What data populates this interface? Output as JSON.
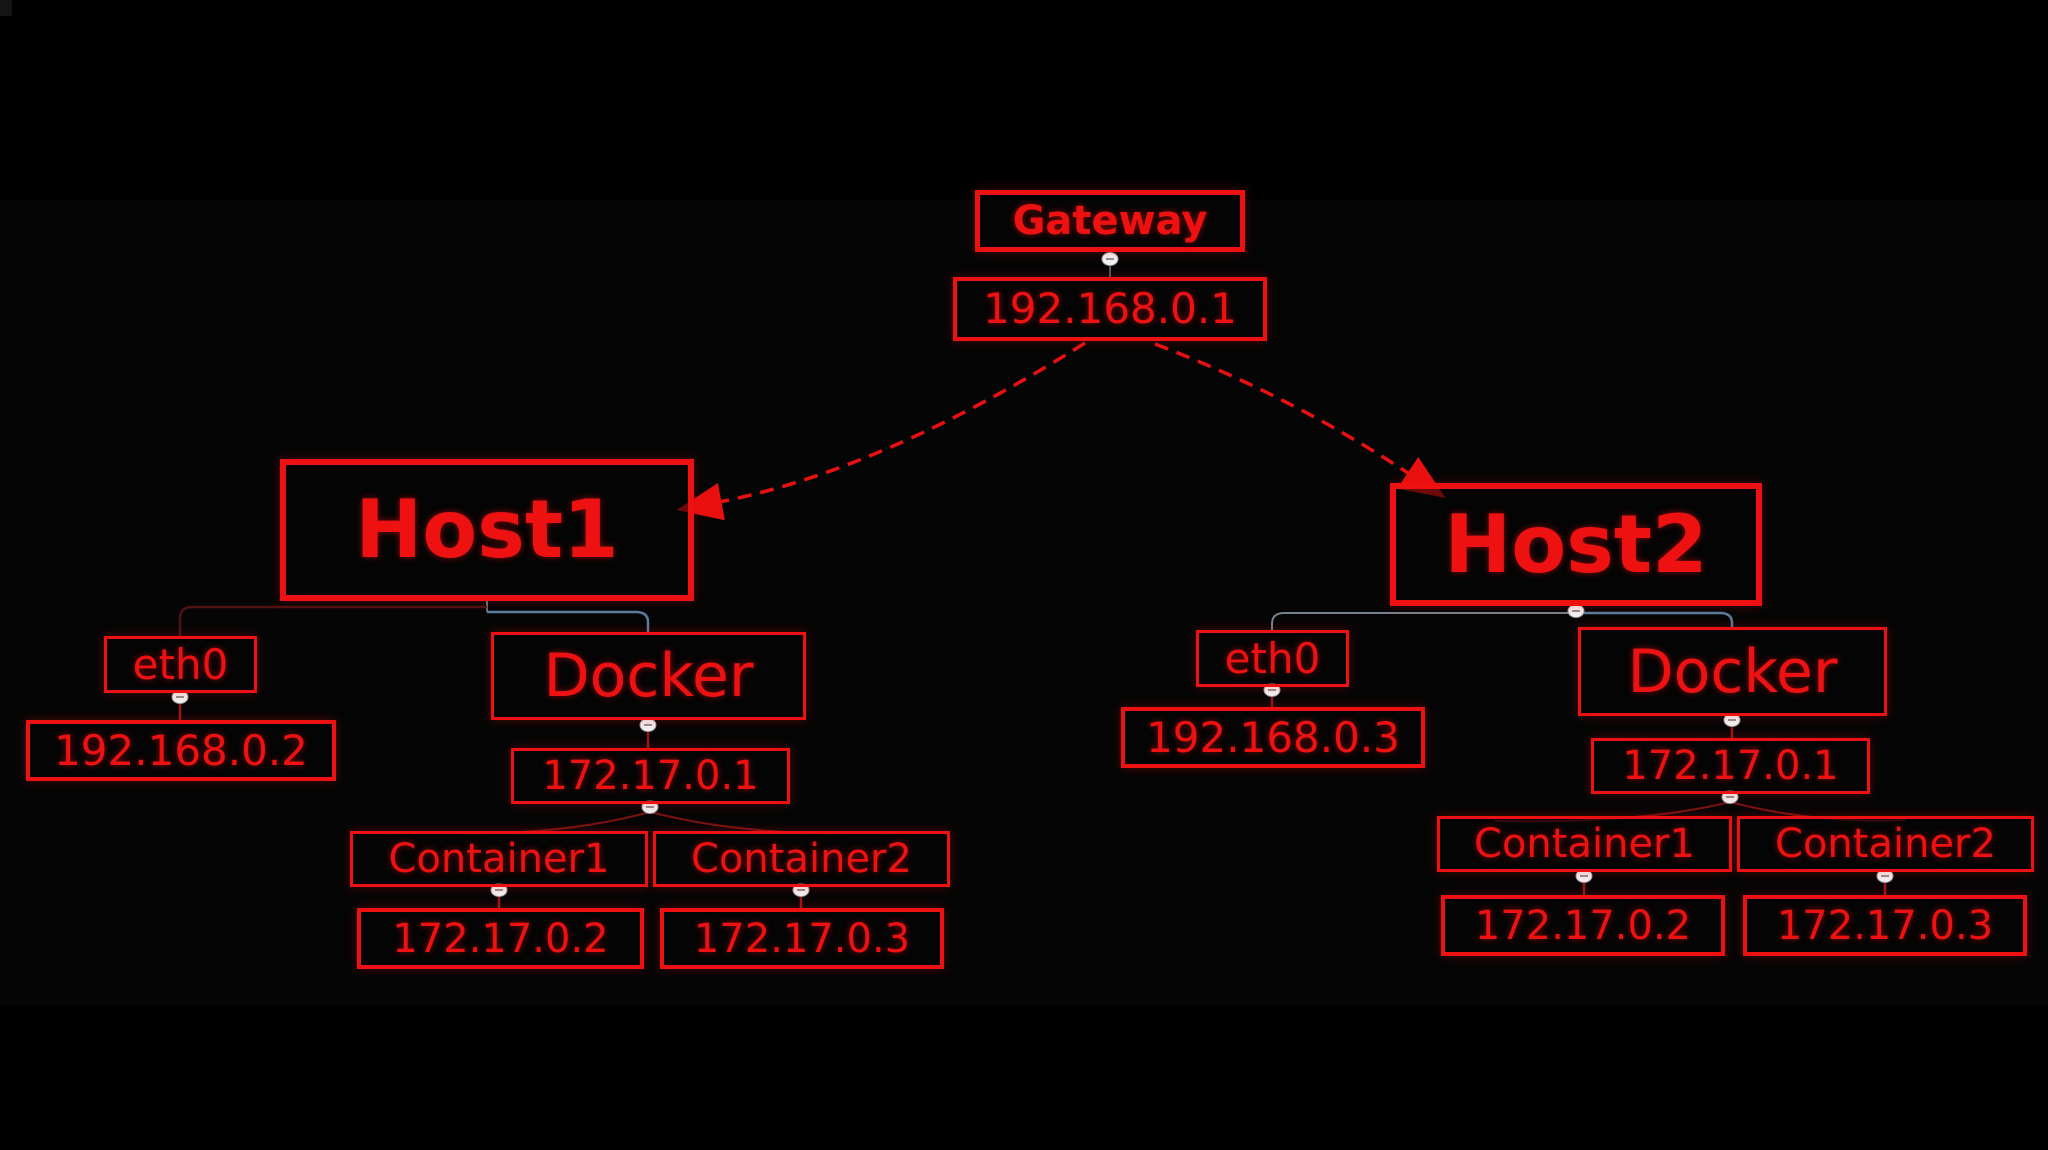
{
  "colors": {
    "background": "#000000",
    "node_red": "#ee1111",
    "dashed_link_red": "#ea1010",
    "branch_link_slate": "#5b7c9e",
    "branch_link_maroon": "#4f1212",
    "branch_link_gray": "#75818d",
    "toggle_fill": "#f2f2f2"
  },
  "topology": {
    "gateway": {
      "label": "Gateway",
      "ip": "192.168.0.1"
    },
    "hosts": [
      {
        "label": "Host1",
        "interfaces": [
          {
            "label": "eth0",
            "ip": "192.168.0.2"
          },
          {
            "label": "Docker",
            "ip": "172.17.0.1",
            "containers": [
              {
                "label": "Container1",
                "ip": "172.17.0.2"
              },
              {
                "label": "Container2",
                "ip": "172.17.0.3"
              }
            ]
          }
        ]
      },
      {
        "label": "Host2",
        "interfaces": [
          {
            "label": "eth0",
            "ip": "192.168.0.3"
          },
          {
            "label": "Docker",
            "ip": "172.17.0.1",
            "containers": [
              {
                "label": "Container1",
                "ip": "172.17.0.2"
              },
              {
                "label": "Container2",
                "ip": "172.17.0.3"
              }
            ]
          }
        ]
      }
    ]
  }
}
